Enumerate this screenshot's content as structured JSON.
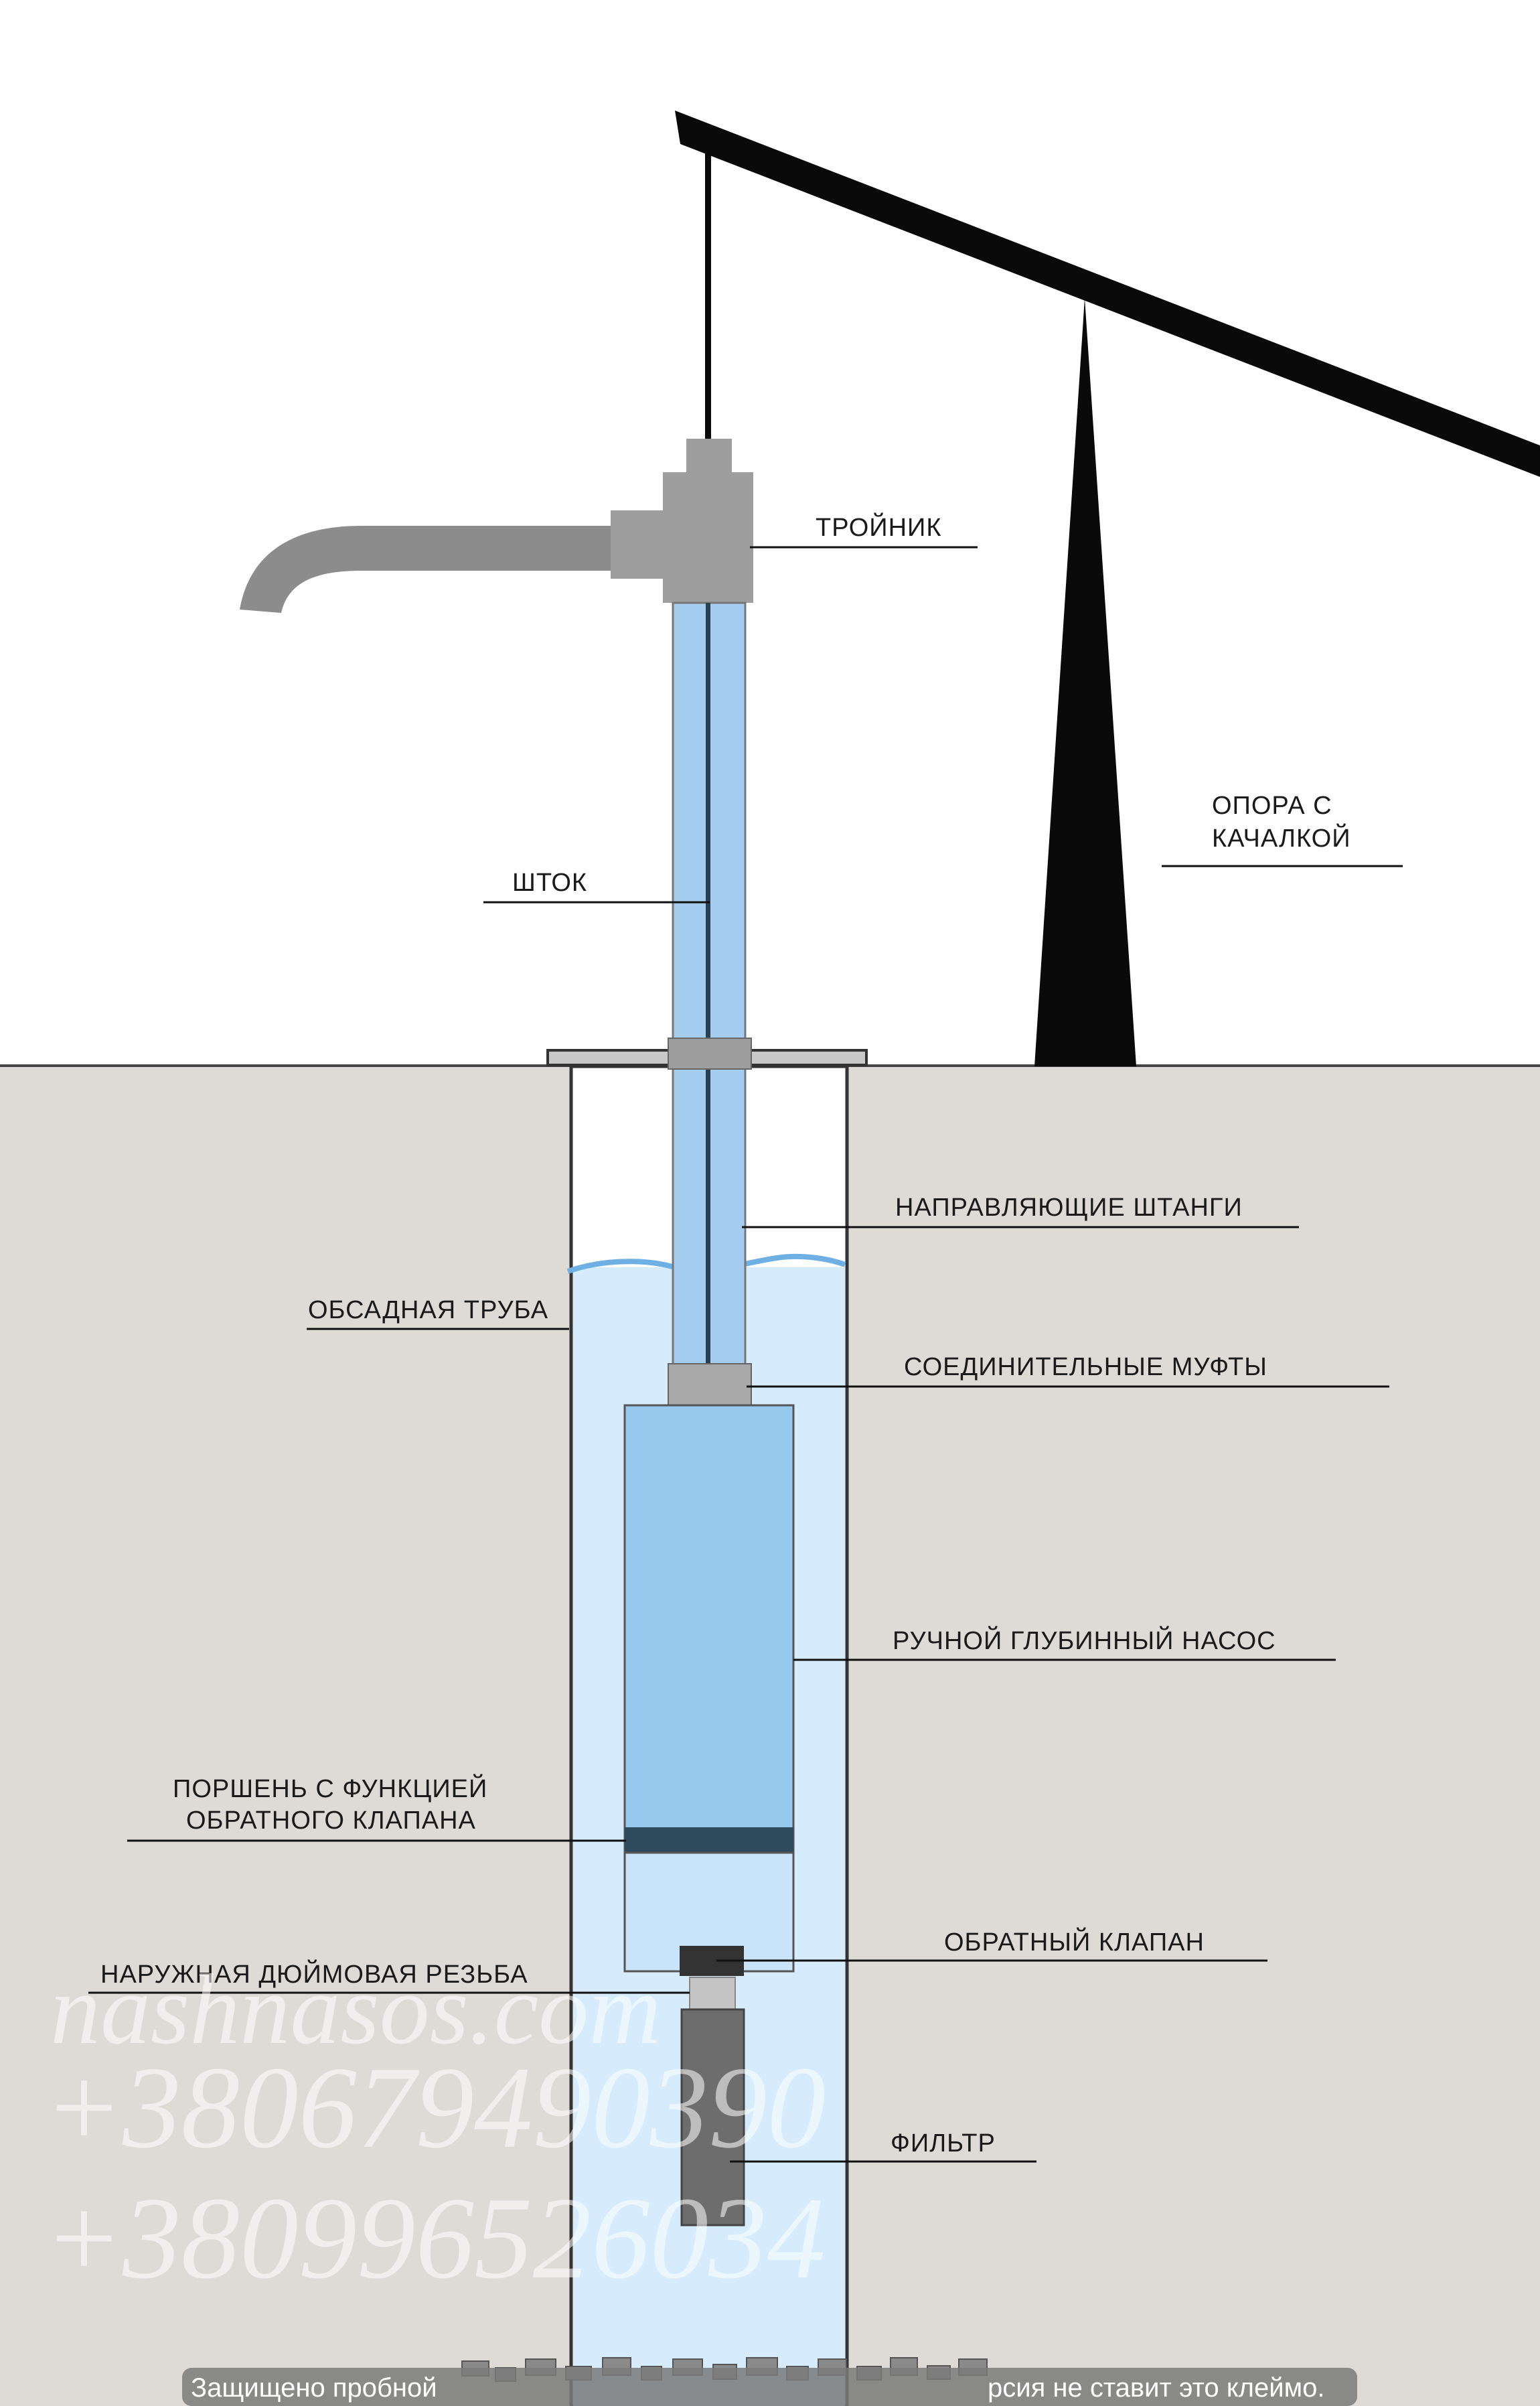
{
  "labels": {
    "tee": "ТРОЙНИК",
    "support_l1": "ОПОРА С",
    "support_l2": "КАЧАЛКОЙ",
    "rod": "ШТОК",
    "guide_rods": "НАПРАВЛЯЮЩИЕ ШТАНГИ",
    "casing": "ОБСАДНАЯ ТРУБА",
    "couplings": "СОЕДИНИТЕЛЬНЫЕ МУФТЫ",
    "pump": "РУЧНОЙ ГЛУБИННЫЙ НАСОС",
    "piston_l1": "ПОРШЕНЬ С ФУНКЦИЕЙ",
    "piston_l2": "ОБРАТНОГО КЛАПАНА",
    "check_valve": "ОБРАТНЫЙ КЛАПАН",
    "thread": "НАРУЖНАЯ ДЮЙМОВАЯ РЕЗЬБА",
    "filter": "ФИЛЬТР"
  },
  "watermark": {
    "site": "nashnasos.com",
    "phone1": "+380679490390",
    "phone2": "+380996526034"
  },
  "banner": {
    "left": "Защищено пробной",
    "right": "рсия не ставит это клеймо."
  },
  "colors": {
    "ground": "#dedbd7",
    "water_light": "#d6ebfb",
    "pipe_blue": "#a4cdef",
    "pump_blue": "#97c8ee",
    "gray_fitting": "#9e9e9e",
    "dark_piston": "#2f4a5c",
    "filter_gray": "#6d6d6d",
    "black": "#0a0a0a"
  }
}
